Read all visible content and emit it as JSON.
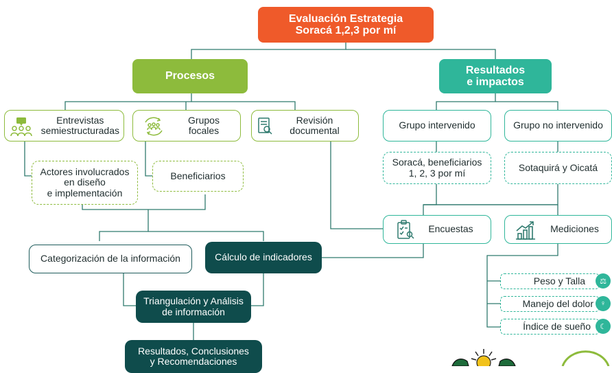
{
  "title": "Evaluación Estrategia\nSoracá 1,2,3 por mí",
  "procesos": "Procesos",
  "resultados": "Resultados\ne impactos",
  "entrevistas": "Entrevistas\nsemiestructuradas",
  "grupos_focales": "Grupos\nfocales",
  "revision": "Revisión\ndocumental",
  "actores": "Actores involucrados\nen diseño\ne implementación",
  "beneficiarios": "Beneficiarios",
  "grupo_intervenido": "Grupo intervenido",
  "grupo_no_intervenido": "Grupo no intervenido",
  "soraca_benef": "Soracá, beneficiarios\n1, 2, 3 por mí",
  "sotaquira": "Sotaquirá y Oicatá",
  "encuestas": "Encuestas",
  "mediciones": "Mediciones",
  "categorizacion": "Categorización de la información",
  "calculo": "Cálculo de indicadores",
  "triangulacion": "Triangulación y Análisis\nde información",
  "resultados_finales": "Resultados, Conclusiones\ny Recomendaciones",
  "peso_talla": "Peso y Talla",
  "dolor": "Manejo del dolor",
  "sueno": "Índice de sueño",
  "colors": {
    "orange": "#ef5a2a",
    "green": "#8dbb3c",
    "teal": "#2fb69a",
    "dark": "#0f4c4c"
  },
  "icons": [
    "interview-icon",
    "group-icon",
    "document-icon",
    "survey-icon",
    "chart-icon",
    "scale-icon",
    "pregnant-icon",
    "sleep-icon",
    "logo-sun",
    "logo-circle"
  ]
}
